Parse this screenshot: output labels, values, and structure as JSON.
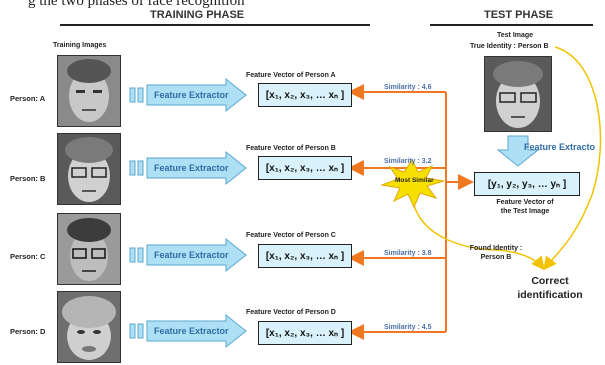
{
  "top_caption": "g the two phases of face recognition",
  "phases": {
    "training": "TRAINING PHASE",
    "test": "TEST PHASE"
  },
  "training_images_label": "Training Images",
  "feature_extractor_label": "Feature Extractor",
  "rows": [
    {
      "person": "Person: A",
      "fv_label": "Feature Vector of Person A",
      "similarity": "Similarity : 4.6"
    },
    {
      "person": "Person: B",
      "fv_label": "Feature Vector of Person B",
      "similarity": "Similarity : 3.2"
    },
    {
      "person": "Person: C",
      "fv_label": "Feature Vector of Person C",
      "similarity": "Similarity : 3.8"
    },
    {
      "person": "Person: D",
      "fv_label": "Feature Vector of Person D",
      "similarity": "Similarity : 4.5"
    }
  ],
  "train_vector": "[x₁, x₂, x₃, … xₙ ]",
  "test": {
    "image_label": "Test Image",
    "true_identity": "True Identity : Person B",
    "extractor_label": "Feature Extracto",
    "vector": "[y₁, y₂, y₃, … yₙ ]",
    "fv_label_line1": "Feature Vector of",
    "fv_label_line2": "the Test Image"
  },
  "most_similar": "Most Similar",
  "found_identity_line1": "Found Identity :",
  "found_identity_line2": "Person B",
  "correct_line1": "Correct",
  "correct_line2": "identification",
  "colors": {
    "arrow_blue": "#aee0f5",
    "arrow_blue_stroke": "#5aa7d0",
    "orange": "#f07820",
    "yellow": "#f2c200",
    "burst": "#f7e000",
    "vec_fill": "#d9f1fb"
  }
}
